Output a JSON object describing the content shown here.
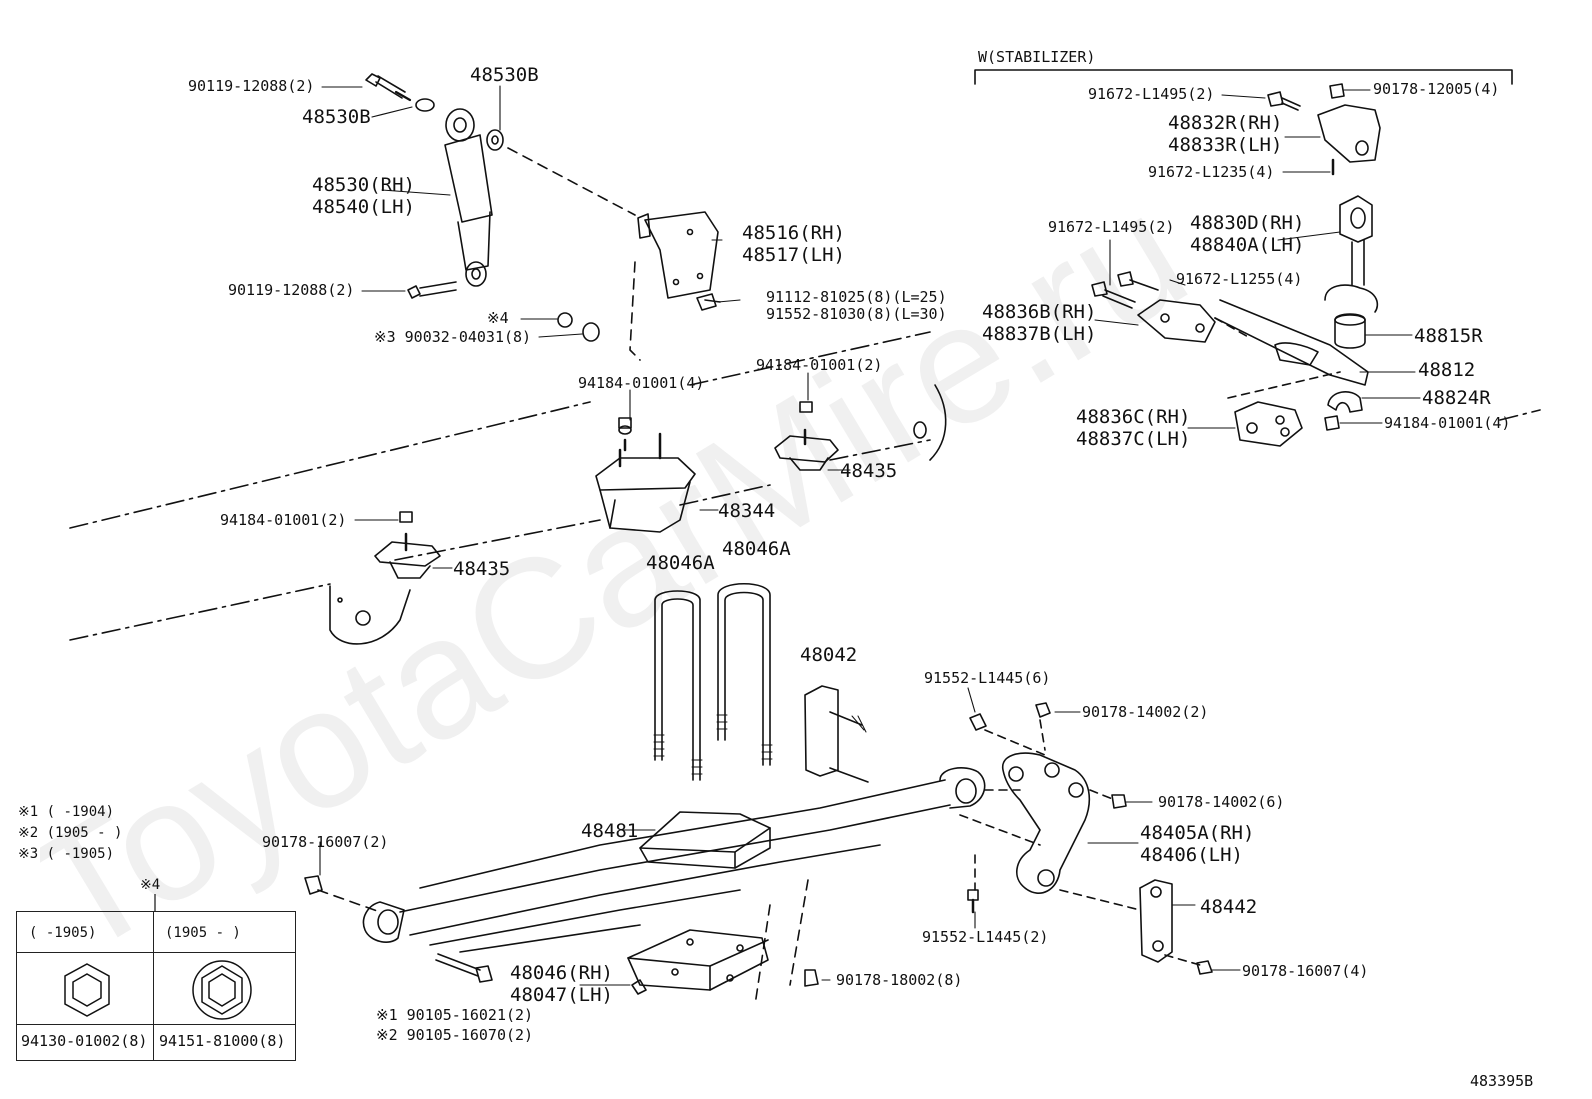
{
  "section": {
    "title": "W(STABILIZER)"
  },
  "labels": {
    "p90119_12088_top": "90119-12088(2)",
    "p48530B_a": "48530B",
    "p48530B_b": "48530B",
    "p48530_rh": "48530(RH)",
    "p48540_lh": "48540(LH)",
    "p90119_12088_bot": "90119-12088(2)",
    "p48516_rh": "48516(RH)",
    "p48517_lh": "48517(LH)",
    "p91112": "91112-81025(8)(L=25)",
    "p91552_81030": "91552-81030(8)(L=30)",
    "note4_small": "※4",
    "p90032": "※3 90032-04031(8)",
    "p94184_a": "94184-01001(4)",
    "p94184_b": "94184-01001(2)",
    "p94184_c": "94184-01001(2)",
    "p48435_a": "48435",
    "p48435_b": "48435",
    "p48344": "48344",
    "p48046A_a": "48046A",
    "p48046A_b": "48046A",
    "p48042": "48042",
    "p48481": "48481",
    "p90178_16007_l": "90178-16007(2)",
    "p48046_rh": "48046(RH)",
    "p48047_lh": "48047(LH)",
    "p90105_16021": "※1 90105-16021(2)",
    "p90105_16070": "※2 90105-16070(2)",
    "p90178_18002": "90178-18002(8)",
    "p91552_L1445_6": "91552-L1445(6)",
    "p90178_14002_2": "90178-14002(2)",
    "p90178_14002_6": "90178-14002(6)",
    "p48405A_rh": "48405A(RH)",
    "p48406_lh": "48406(LH)",
    "p91552_L1445_2": "91552-L1445(2)",
    "p48442": "48442",
    "p90178_16007_r": "90178-16007(4)",
    "p91672_L1495_a": "91672-L1495(2)",
    "p90178_12005": "90178-12005(4)",
    "p48832R": "48832R(RH)",
    "p48833R": "48833R(LH)",
    "p91672_L1235": "91672-L1235(4)",
    "p91672_L1495_b": "91672-L1495(2)",
    "p48830D": "48830D(RH)",
    "p48840A": "48840A(LH)",
    "p91672_L1255": "91672-L1255(4)",
    "p48836B": "48836B(RH)",
    "p48837B": "48837B(LH)",
    "p48815R": "48815R",
    "p48812": "48812",
    "p48824R": "48824R",
    "p48836C": "48836C(RH)",
    "p48837C": "48837C(LH)",
    "p94184_d": "94184-01001(4)",
    "diagram_code": "483395B"
  },
  "notes": {
    "n1": "※1 (      -1904)",
    "n2": "※2 (1905 -      )",
    "n3": "※3 (      -1905)",
    "n4": "※4"
  },
  "legend": {
    "col1_header": "(      -1905)",
    "col2_header": "(1905 -      )",
    "col1_part": "94130-01002(8)",
    "col2_part": "94151-81000(8)"
  },
  "watermark": "ToyotaCarMire.ru"
}
